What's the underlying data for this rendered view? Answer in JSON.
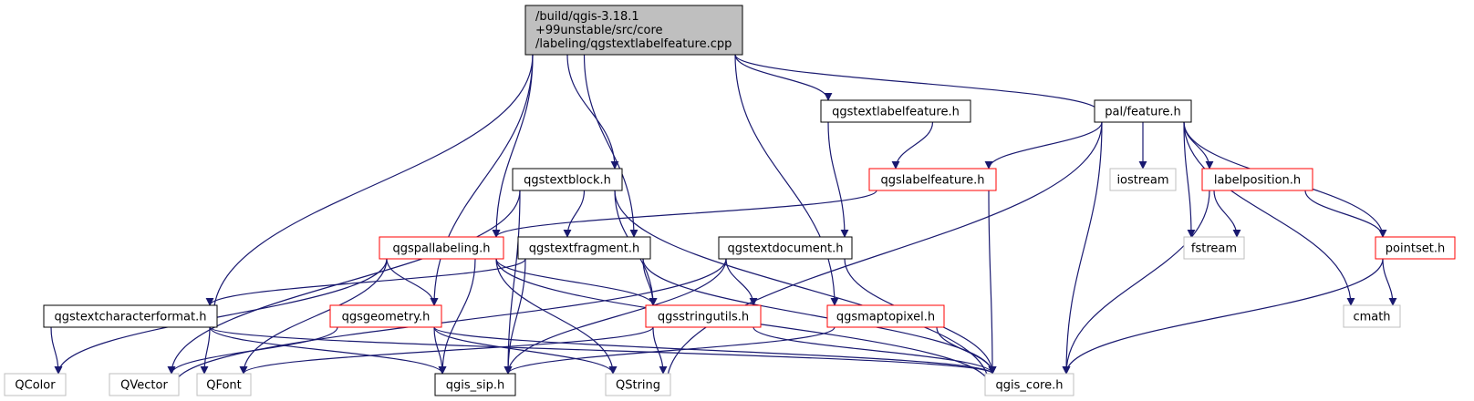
{
  "diagram": {
    "root": {
      "lines": [
        "/build/qgis-3.18.1",
        "+99unstable/src/core",
        "/labeling/qgstextlabelfeature.cpp"
      ],
      "fill": "#bfbfbf",
      "border": "#000000"
    },
    "colors": {
      "edge": "#191970",
      "border_normal": "#000000",
      "border_red": "#ff0000",
      "border_gray": "#bfbfbf"
    },
    "nodes": [
      {
        "id": "qgstextlabelfeature_h",
        "label": "qgstextlabelfeature.h",
        "style": "normal"
      },
      {
        "id": "pal_feature_h",
        "label": "pal/feature.h",
        "style": "normal"
      },
      {
        "id": "qgstextblock_h",
        "label": "qgstextblock.h",
        "style": "normal"
      },
      {
        "id": "qgslabelfeature_h",
        "label": "qgslabelfeature.h",
        "style": "red"
      },
      {
        "id": "iostream",
        "label": "iostream",
        "style": "gray"
      },
      {
        "id": "labelposition_h",
        "label": "labelposition.h",
        "style": "red"
      },
      {
        "id": "qgspallabeling_h",
        "label": "qgspallabeling.h",
        "style": "red"
      },
      {
        "id": "qgstextfragment_h",
        "label": "qgstextfragment.h",
        "style": "normal"
      },
      {
        "id": "qgstextdocument_h",
        "label": "qgstextdocument.h",
        "style": "normal"
      },
      {
        "id": "fstream",
        "label": "fstream",
        "style": "gray"
      },
      {
        "id": "pointset_h",
        "label": "pointset.h",
        "style": "red"
      },
      {
        "id": "qgstextcharacterformat_h",
        "label": "qgstextcharacterformat.h",
        "style": "normal"
      },
      {
        "id": "qgsgeometry_h",
        "label": "qgsgeometry.h",
        "style": "red"
      },
      {
        "id": "qgsstringutils_h",
        "label": "qgsstringutils.h",
        "style": "red"
      },
      {
        "id": "qgsmaptopixel_h",
        "label": "qgsmaptopixel.h",
        "style": "red"
      },
      {
        "id": "cmath",
        "label": "cmath",
        "style": "gray"
      },
      {
        "id": "QColor",
        "label": "QColor",
        "style": "gray"
      },
      {
        "id": "QVector",
        "label": "QVector",
        "style": "gray"
      },
      {
        "id": "QFont",
        "label": "QFont",
        "style": "gray"
      },
      {
        "id": "qgis_sip_h",
        "label": "qgis_sip.h",
        "style": "normal"
      },
      {
        "id": "QString",
        "label": "QString",
        "style": "gray"
      },
      {
        "id": "qgis_core_h",
        "label": "qgis_core.h",
        "style": "gray"
      }
    ],
    "edges": [
      [
        "root",
        "qgstextlabelfeature_h"
      ],
      [
        "root",
        "pal_feature_h"
      ],
      [
        "root",
        "qgstextblock_h"
      ],
      [
        "root",
        "qgstextfragment_h"
      ],
      [
        "root",
        "qgspallabeling_h"
      ],
      [
        "root",
        "qgsgeometry_h"
      ],
      [
        "root",
        "qgstextcharacterformat_h"
      ],
      [
        "root",
        "qgsmaptopixel_h"
      ],
      [
        "qgstextlabelfeature_h",
        "qgslabelfeature_h"
      ],
      [
        "qgstextlabelfeature_h",
        "qgstextdocument_h"
      ],
      [
        "pal_feature_h",
        "qgslabelfeature_h"
      ],
      [
        "pal_feature_h",
        "iostream"
      ],
      [
        "pal_feature_h",
        "labelposition_h"
      ],
      [
        "pal_feature_h",
        "fstream"
      ],
      [
        "pal_feature_h",
        "pointset_h"
      ],
      [
        "pal_feature_h",
        "cmath"
      ],
      [
        "pal_feature_h",
        "QString"
      ],
      [
        "pal_feature_h",
        "qgis_core_h"
      ],
      [
        "qgslabelfeature_h",
        "qgspallabeling_h"
      ],
      [
        "qgslabelfeature_h",
        "qgis_core_h"
      ],
      [
        "labelposition_h",
        "fstream"
      ],
      [
        "labelposition_h",
        "pointset_h"
      ],
      [
        "labelposition_h",
        "qgis_core_h"
      ],
      [
        "pointset_h",
        "cmath"
      ],
      [
        "pointset_h",
        "qgis_core_h"
      ],
      [
        "qgstextblock_h",
        "qgstextfragment_h"
      ],
      [
        "qgstextblock_h",
        "qgsstringutils_h"
      ],
      [
        "qgstextblock_h",
        "qgis_core_h"
      ],
      [
        "qgstextblock_h",
        "qgis_sip_h"
      ],
      [
        "qgstextblock_h",
        "QVector"
      ],
      [
        "qgspallabeling_h",
        "qgsgeometry_h"
      ],
      [
        "qgspallabeling_h",
        "qgsstringutils_h"
      ],
      [
        "qgspallabeling_h",
        "qgis_sip_h"
      ],
      [
        "qgspallabeling_h",
        "QString"
      ],
      [
        "qgspallabeling_h",
        "qgis_core_h"
      ],
      [
        "qgspallabeling_h",
        "QColor"
      ],
      [
        "qgspallabeling_h",
        "QFont"
      ],
      [
        "qgstextfragment_h",
        "qgstextcharacterformat_h"
      ],
      [
        "qgstextfragment_h",
        "qgsstringutils_h"
      ],
      [
        "qgstextfragment_h",
        "qgis_sip_h"
      ],
      [
        "qgstextfragment_h",
        "qgis_core_h"
      ],
      [
        "qgstextdocument_h",
        "qgsstringutils_h"
      ],
      [
        "qgstextdocument_h",
        "qgis_sip_h"
      ],
      [
        "qgstextdocument_h",
        "qgis_core_h"
      ],
      [
        "qgstextdocument_h",
        "QVector"
      ],
      [
        "qgstextcharacterformat_h",
        "QColor"
      ],
      [
        "qgstextcharacterformat_h",
        "QFont"
      ],
      [
        "qgstextcharacterformat_h",
        "qgis_sip_h"
      ],
      [
        "qgstextcharacterformat_h",
        "qgis_core_h"
      ],
      [
        "qgsgeometry_h",
        "qgis_sip_h"
      ],
      [
        "qgsgeometry_h",
        "QVector"
      ],
      [
        "qgsgeometry_h",
        "QString"
      ],
      [
        "qgsgeometry_h",
        "qgis_core_h"
      ],
      [
        "qgsstringutils_h",
        "QString"
      ],
      [
        "qgsstringutils_h",
        "QFont"
      ],
      [
        "qgsstringutils_h",
        "qgis_core_h"
      ],
      [
        "qgsmaptopixel_h",
        "qgis_sip_h"
      ],
      [
        "qgsmaptopixel_h",
        "qgis_core_h"
      ]
    ]
  }
}
